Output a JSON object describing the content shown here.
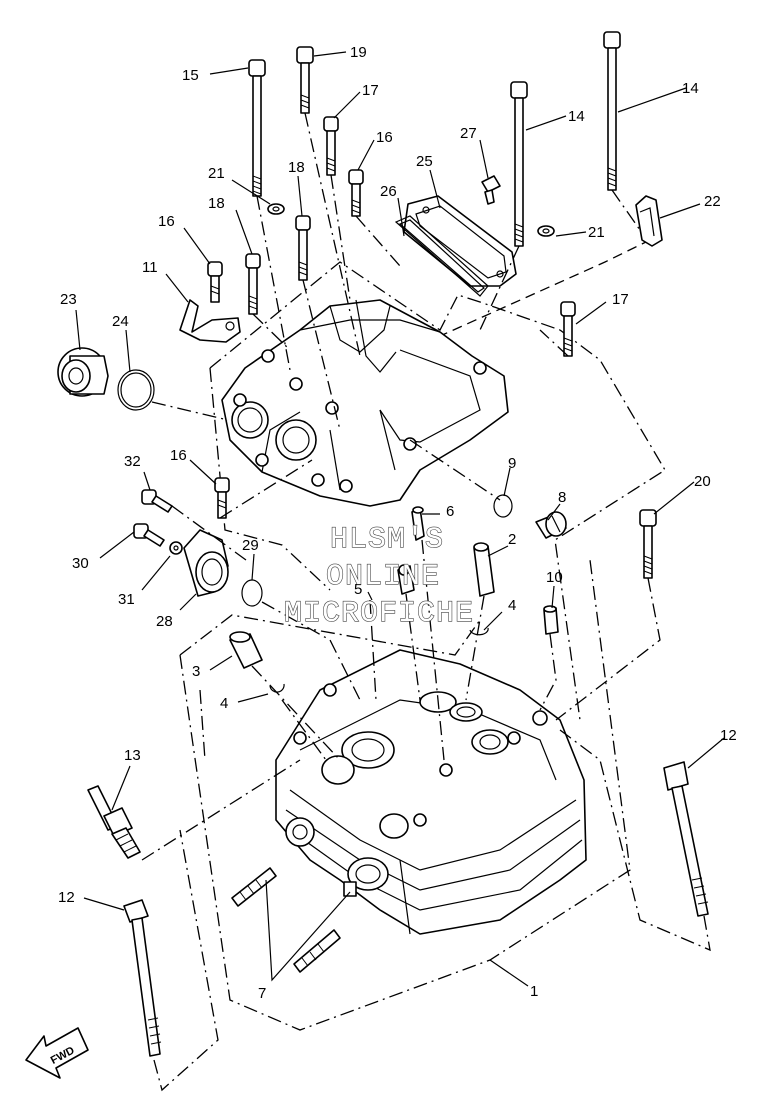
{
  "watermark": {
    "line1": "HLSM'S",
    "line2": "ONLINE",
    "line3": "MICROFICHE"
  },
  "direction_marker": "FWD",
  "callouts": [
    {
      "id": "c1",
      "label": "1"
    },
    {
      "id": "c2",
      "label": "2"
    },
    {
      "id": "c3",
      "label": "3"
    },
    {
      "id": "c4a",
      "label": "4"
    },
    {
      "id": "c4b",
      "label": "4"
    },
    {
      "id": "c5",
      "label": "5"
    },
    {
      "id": "c6",
      "label": "6"
    },
    {
      "id": "c7",
      "label": "7"
    },
    {
      "id": "c8",
      "label": "8"
    },
    {
      "id": "c9",
      "label": "9"
    },
    {
      "id": "c10",
      "label": "10"
    },
    {
      "id": "c11",
      "label": "11"
    },
    {
      "id": "c12a",
      "label": "12"
    },
    {
      "id": "c12b",
      "label": "12"
    },
    {
      "id": "c13",
      "label": "13"
    },
    {
      "id": "c14a",
      "label": "14"
    },
    {
      "id": "c14b",
      "label": "14"
    },
    {
      "id": "c15",
      "label": "15"
    },
    {
      "id": "c16a",
      "label": "16"
    },
    {
      "id": "c16b",
      "label": "16"
    },
    {
      "id": "c16c",
      "label": "16"
    },
    {
      "id": "c17a",
      "label": "17"
    },
    {
      "id": "c17b",
      "label": "17"
    },
    {
      "id": "c18a",
      "label": "18"
    },
    {
      "id": "c18b",
      "label": "18"
    },
    {
      "id": "c19",
      "label": "19"
    },
    {
      "id": "c20",
      "label": "20"
    },
    {
      "id": "c21a",
      "label": "21"
    },
    {
      "id": "c21b",
      "label": "21"
    },
    {
      "id": "c22",
      "label": "22"
    },
    {
      "id": "c23",
      "label": "23"
    },
    {
      "id": "c24",
      "label": "24"
    },
    {
      "id": "c25",
      "label": "25"
    },
    {
      "id": "c26",
      "label": "26"
    },
    {
      "id": "c27",
      "label": "27"
    },
    {
      "id": "c28",
      "label": "28"
    },
    {
      "id": "c29",
      "label": "29"
    },
    {
      "id": "c30",
      "label": "30"
    },
    {
      "id": "c31",
      "label": "31"
    },
    {
      "id": "c32",
      "label": "32"
    }
  ]
}
